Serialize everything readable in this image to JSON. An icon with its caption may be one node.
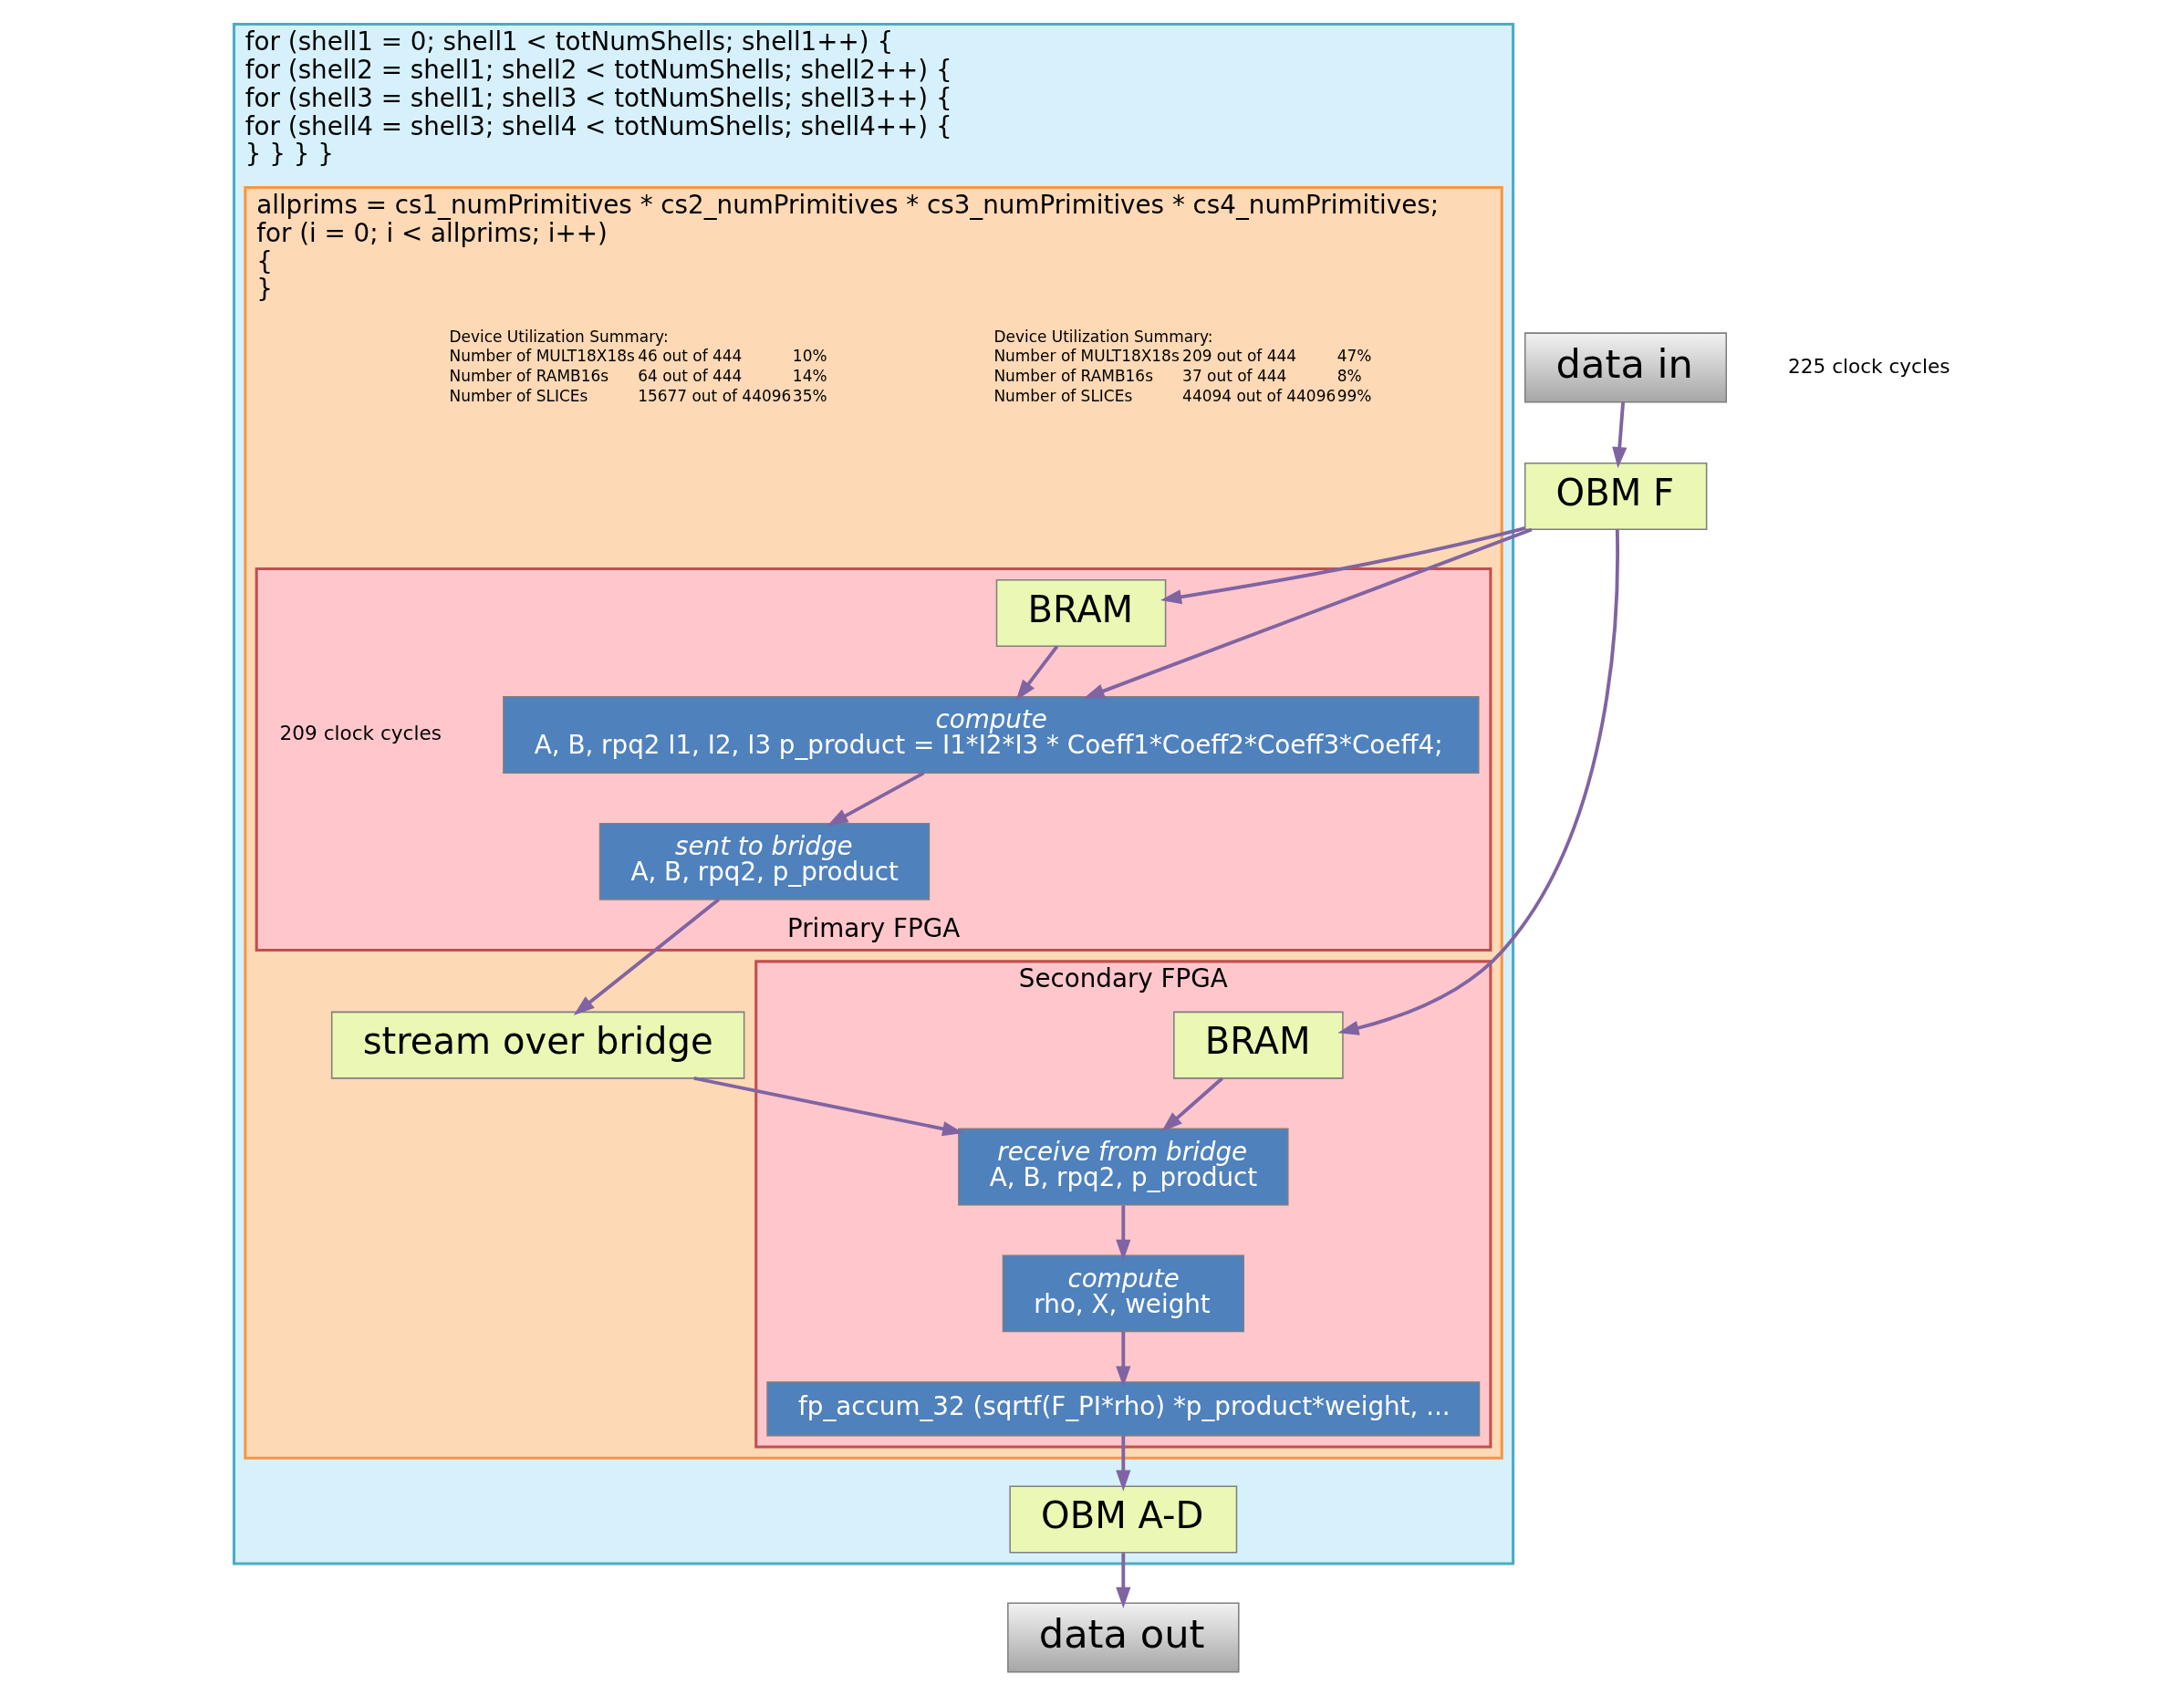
{
  "diagram": {
    "nodes": [
      {
        "text": [
          "data in"
        ]
      },
      {
        "text": [
          "OBM F"
        ]
      },
      {
        "text": [
          "for (shell1 = 0; shell1 < totNumShells; shell1++) {",
          "for (shell2 = shell1; shell2 < totNumShells; shell2++) {",
          "for (shell3 = shell1; shell3 < totNumShells; shell3++) {",
          "for (shell4 = shell3; shell4 < totNumShells; shell4++) {",
          "} } } }"
        ]
      },
      {
        "text": [
          "allprims = cs1_numPrimitives * cs2_numPrimitives * cs3_numPrimitives * cs4_numPrimitives;",
          "for (i = 0; i < allprims; i++)",
          "{",
          "}"
        ],
        "in": 2
      },
      {
        "text": [
          "Primary FPGA"
        ],
        "in": 3,
        "beside": [
          "Device Utilization Summary:",
          "Number of MULT18X18s",
          "209 out of 444",
          "47%",
          "Number of RAMB16s",
          "37 out of 444",
          "8%",
          "Number of SLICEs",
          "44094 out of 44096",
          "99%"
        ]
      },
      {
        "text": [
          "BRAM"
        ],
        "in": 4
      },
      {
        "text": [
          "compute",
          "A, B, rpq2 I1, I2, I3 p_product = I1*I2*I3 * Coeff1*Coeff2*Coeff3*Coeff4;"
        ],
        "in": 4,
        "beside": [
          "209 clock cycles"
        ]
      },
      {
        "text": [
          "sent to bridge",
          "A, B, rpq2, p_product"
        ],
        "in": 4
      },
      {
        "text": [
          "stream over bridge"
        ],
        "in": 3
      },
      {
        "text": [
          "Secondary FPGA"
        ],
        "in": 3,
        "beside": [
          "Device Utilization Summary:",
          "Number of MULT18X18s",
          "46 out of 444",
          "10%",
          "Number of RAMB16s",
          "64 out of 444",
          "14%",
          "Number of SLICEs",
          "15677 out of 44096",
          "35%"
        ]
      },
      {
        "text": [
          "BRAM"
        ],
        "in": 9
      },
      {
        "text": [
          "receive from bridge",
          "A, B, rpq2, p_product"
        ],
        "in": 9
      },
      {
        "text": [
          "compute",
          "rho, X, weight"
        ],
        "in": 9
      },
      {
        "text": [
          "fp_accum_32 (sqrtf(F_PI*rho) *p_product*weight, ..."
        ],
        "in": 9
      },
      {
        "text": [
          "OBM A-D"
        ],
        "in": 2
      },
      {
        "text": [
          "data out"
        ]
      }
    ],
    "edges": [
      {
        "from": 0,
        "to": 1,
        "arrow": "to"
      },
      {
        "from": 1,
        "to": 5,
        "arrow": "to"
      },
      {
        "from": 1,
        "to": 6,
        "arrow": "to"
      },
      {
        "from": 1,
        "to": 10,
        "arrow": "to"
      },
      {
        "from": 5,
        "to": 6,
        "arrow": "to"
      },
      {
        "from": 6,
        "to": 7,
        "arrow": "to"
      },
      {
        "from": 7,
        "to": 8,
        "arrow": "to"
      },
      {
        "from": 8,
        "to": 11,
        "arrow": "to"
      },
      {
        "from": 10,
        "to": 11,
        "arrow": "to"
      },
      {
        "from": 11,
        "to": 12,
        "arrow": "to"
      },
      {
        "from": 12,
        "to": 13,
        "arrow": "to"
      },
      {
        "from": 13,
        "to": 14,
        "arrow": "to"
      },
      {
        "from": 14,
        "to": 15,
        "arrow": "to"
      }
    ],
    "labels": [
      "225 clock cycles"
    ]
  }
}
